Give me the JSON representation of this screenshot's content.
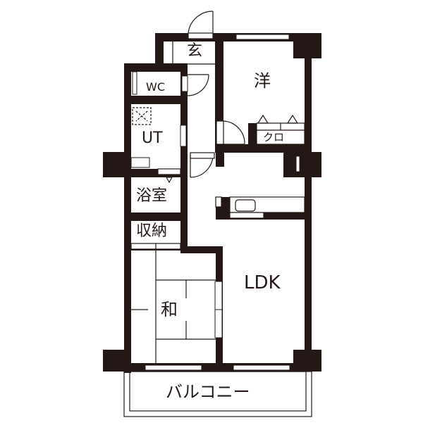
{
  "floorplan": {
    "wall_color": "#231815",
    "background": "#ffffff",
    "rooms": {
      "entrance": "玄",
      "western_room": "洋",
      "closet": "クロ",
      "toilet": "WC",
      "utility": "UT",
      "bathroom": "浴室",
      "storage": "収納",
      "japanese_room": "和",
      "ldk": "LDK",
      "balcony": "バルコニー"
    }
  }
}
